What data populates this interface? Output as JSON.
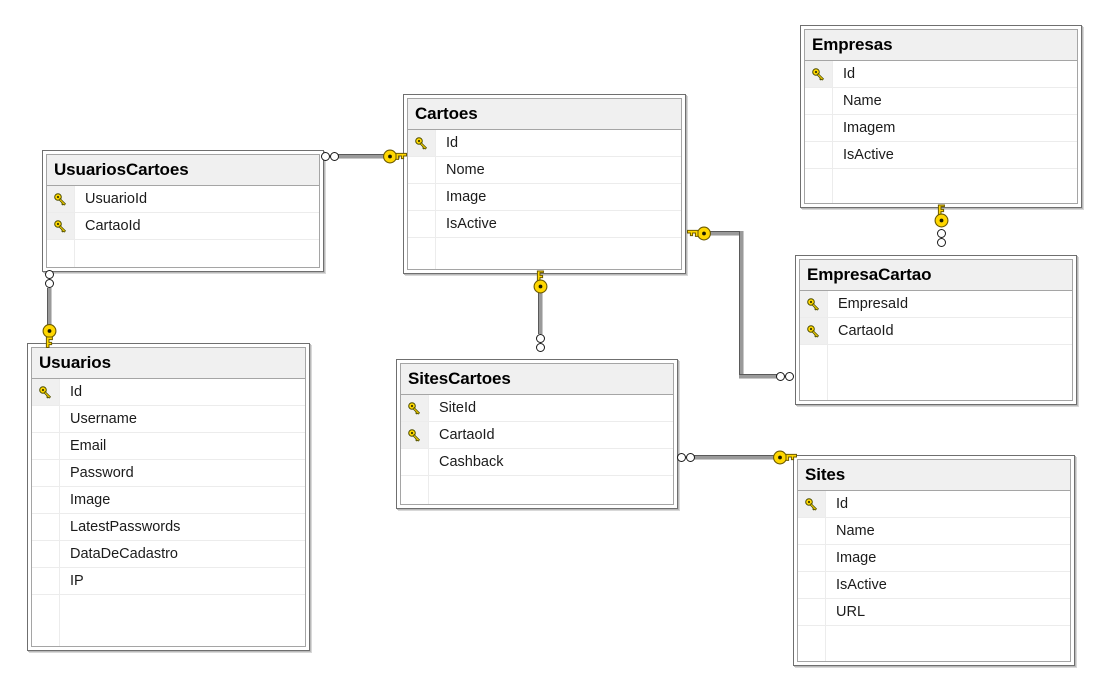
{
  "diagram": {
    "title": "Database Diagram",
    "colors": {
      "background": "#ffffff",
      "header_fill": "#f0f0f0",
      "border": "#6f6f6f",
      "inner_border": "#a5a5a5",
      "row_separator": "#ececec",
      "key_yellow": "#ffd700",
      "key_outline": "#000000",
      "connector_line": "#9a9a9a"
    },
    "key_icon_name": "primary-key-icon",
    "relationship_endpoints": {
      "one": "key-icon",
      "many": "double-circle"
    }
  },
  "tables": [
    {
      "id": "usuarioscartoes",
      "name": "UsuariosCartoes",
      "columns": [
        {
          "name": "UsuarioId",
          "pk": true
        },
        {
          "name": "CartaoId",
          "pk": true
        }
      ]
    },
    {
      "id": "usuarios",
      "name": "Usuarios",
      "columns": [
        {
          "name": "Id",
          "pk": true
        },
        {
          "name": "Username",
          "pk": false
        },
        {
          "name": "Email",
          "pk": false
        },
        {
          "name": "Password",
          "pk": false
        },
        {
          "name": "Image",
          "pk": false
        },
        {
          "name": "LatestPasswords",
          "pk": false
        },
        {
          "name": "DataDeCadastro",
          "pk": false
        },
        {
          "name": "IP",
          "pk": false
        }
      ]
    },
    {
      "id": "cartoes",
      "name": "Cartoes",
      "columns": [
        {
          "name": "Id",
          "pk": true
        },
        {
          "name": "Nome",
          "pk": false
        },
        {
          "name": "Image",
          "pk": false
        },
        {
          "name": "IsActive",
          "pk": false
        }
      ]
    },
    {
      "id": "sitescartoes",
      "name": "SitesCartoes",
      "columns": [
        {
          "name": "SiteId",
          "pk": true
        },
        {
          "name": "CartaoId",
          "pk": true
        },
        {
          "name": "Cashback",
          "pk": false
        }
      ]
    },
    {
      "id": "empresas",
      "name": "Empresas",
      "columns": [
        {
          "name": "Id",
          "pk": true
        },
        {
          "name": "Name",
          "pk": false
        },
        {
          "name": "Imagem",
          "pk": false
        },
        {
          "name": "IsActive",
          "pk": false
        }
      ]
    },
    {
      "id": "empresacartao",
      "name": "EmpresaCartao",
      "columns": [
        {
          "name": "EmpresaId",
          "pk": true
        },
        {
          "name": "CartaoId",
          "pk": true
        }
      ]
    },
    {
      "id": "sites",
      "name": "Sites",
      "columns": [
        {
          "name": "Id",
          "pk": true
        },
        {
          "name": "Name",
          "pk": false
        },
        {
          "name": "Image",
          "pk": false
        },
        {
          "name": "IsActive",
          "pk": false
        },
        {
          "name": "URL",
          "pk": false
        }
      ]
    }
  ],
  "relationships": [
    {
      "id": "rel-cartoes-usuarioscartoes",
      "one_table": "Cartoes",
      "many_table": "UsuariosCartoes"
    },
    {
      "id": "rel-usuarios-usuarioscartoes",
      "one_table": "Usuarios",
      "many_table": "UsuariosCartoes"
    },
    {
      "id": "rel-cartoes-sitescartoes",
      "one_table": "Cartoes",
      "many_table": "SitesCartoes"
    },
    {
      "id": "rel-cartoes-empresacartao",
      "one_table": "Cartoes",
      "many_table": "EmpresaCartao"
    },
    {
      "id": "rel-empresas-empresacartao",
      "one_table": "Empresas",
      "many_table": "EmpresaCartao"
    },
    {
      "id": "rel-sites-sitescartoes",
      "one_table": "Sites",
      "many_table": "SitesCartoes"
    }
  ]
}
